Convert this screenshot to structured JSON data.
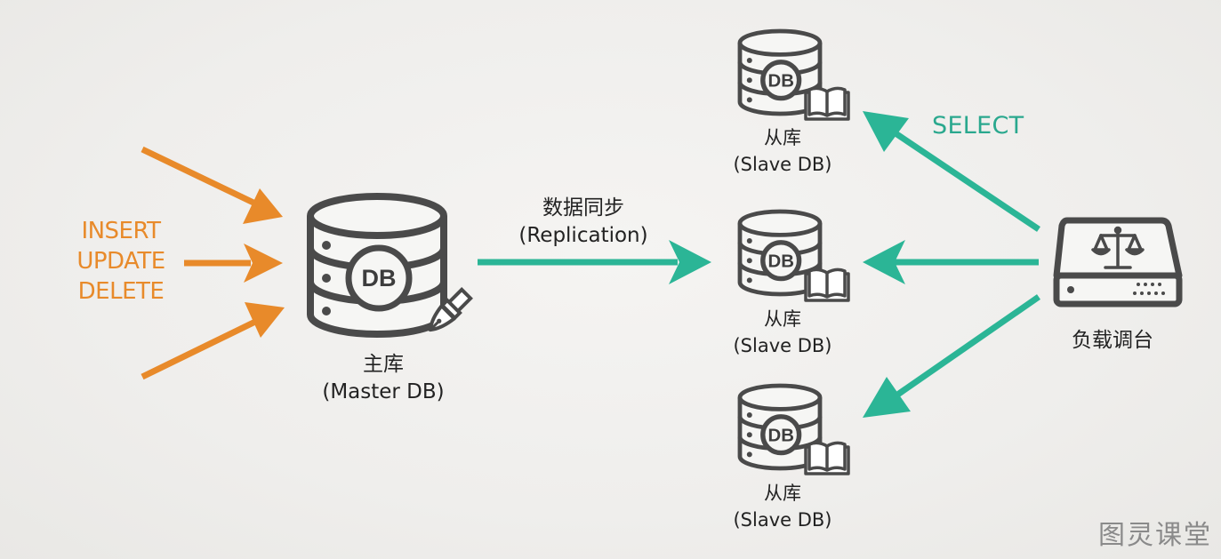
{
  "operations": [
    "INSERT",
    "UPDATE",
    "DELETE"
  ],
  "master": {
    "icon_label": "DB",
    "title": "主库",
    "subtitle": "(Master DB)"
  },
  "replication": {
    "title": "数据同步",
    "subtitle": "(Replication)"
  },
  "slaves": [
    {
      "icon_label": "DB",
      "title": "从库",
      "subtitle": "(Slave DB)"
    },
    {
      "icon_label": "DB",
      "title": "从库",
      "subtitle": "(Slave DB)"
    },
    {
      "icon_label": "DB",
      "title": "从库",
      "subtitle": "(Slave DB)"
    }
  ],
  "select_label": "SELECT",
  "load_balancer": {
    "title": "负载调台",
    "icon": "scales-icon"
  },
  "watermark": "图灵课堂",
  "colors": {
    "write_arrow": "#e88a2a",
    "read_arrow": "#2bb596",
    "icon_stroke": "#4a4a4a",
    "select_text": "#2aa88e"
  }
}
